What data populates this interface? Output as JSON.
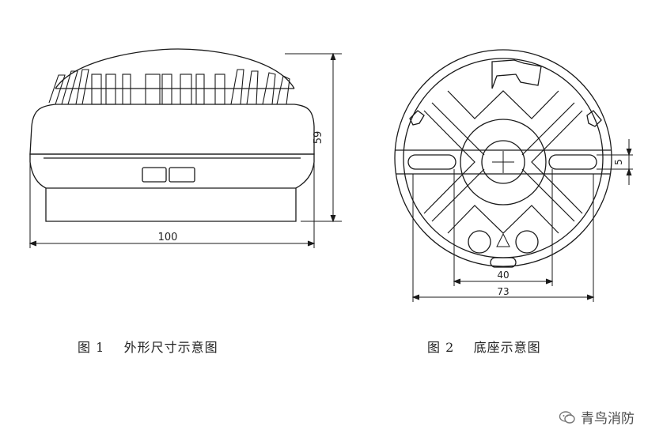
{
  "figure1": {
    "caption": "图 1    外形尺寸示意图",
    "dim_width": "100",
    "dim_height": "59"
  },
  "figure2": {
    "caption": "图 2    底座示意图",
    "dim_inner": "40",
    "dim_outer": "73",
    "dim_slot": "5"
  },
  "watermark": {
    "text": "青鸟消防",
    "icon": "wechat-icon"
  },
  "colors": {
    "line": "#1a1a1a",
    "text": "#222222"
  }
}
